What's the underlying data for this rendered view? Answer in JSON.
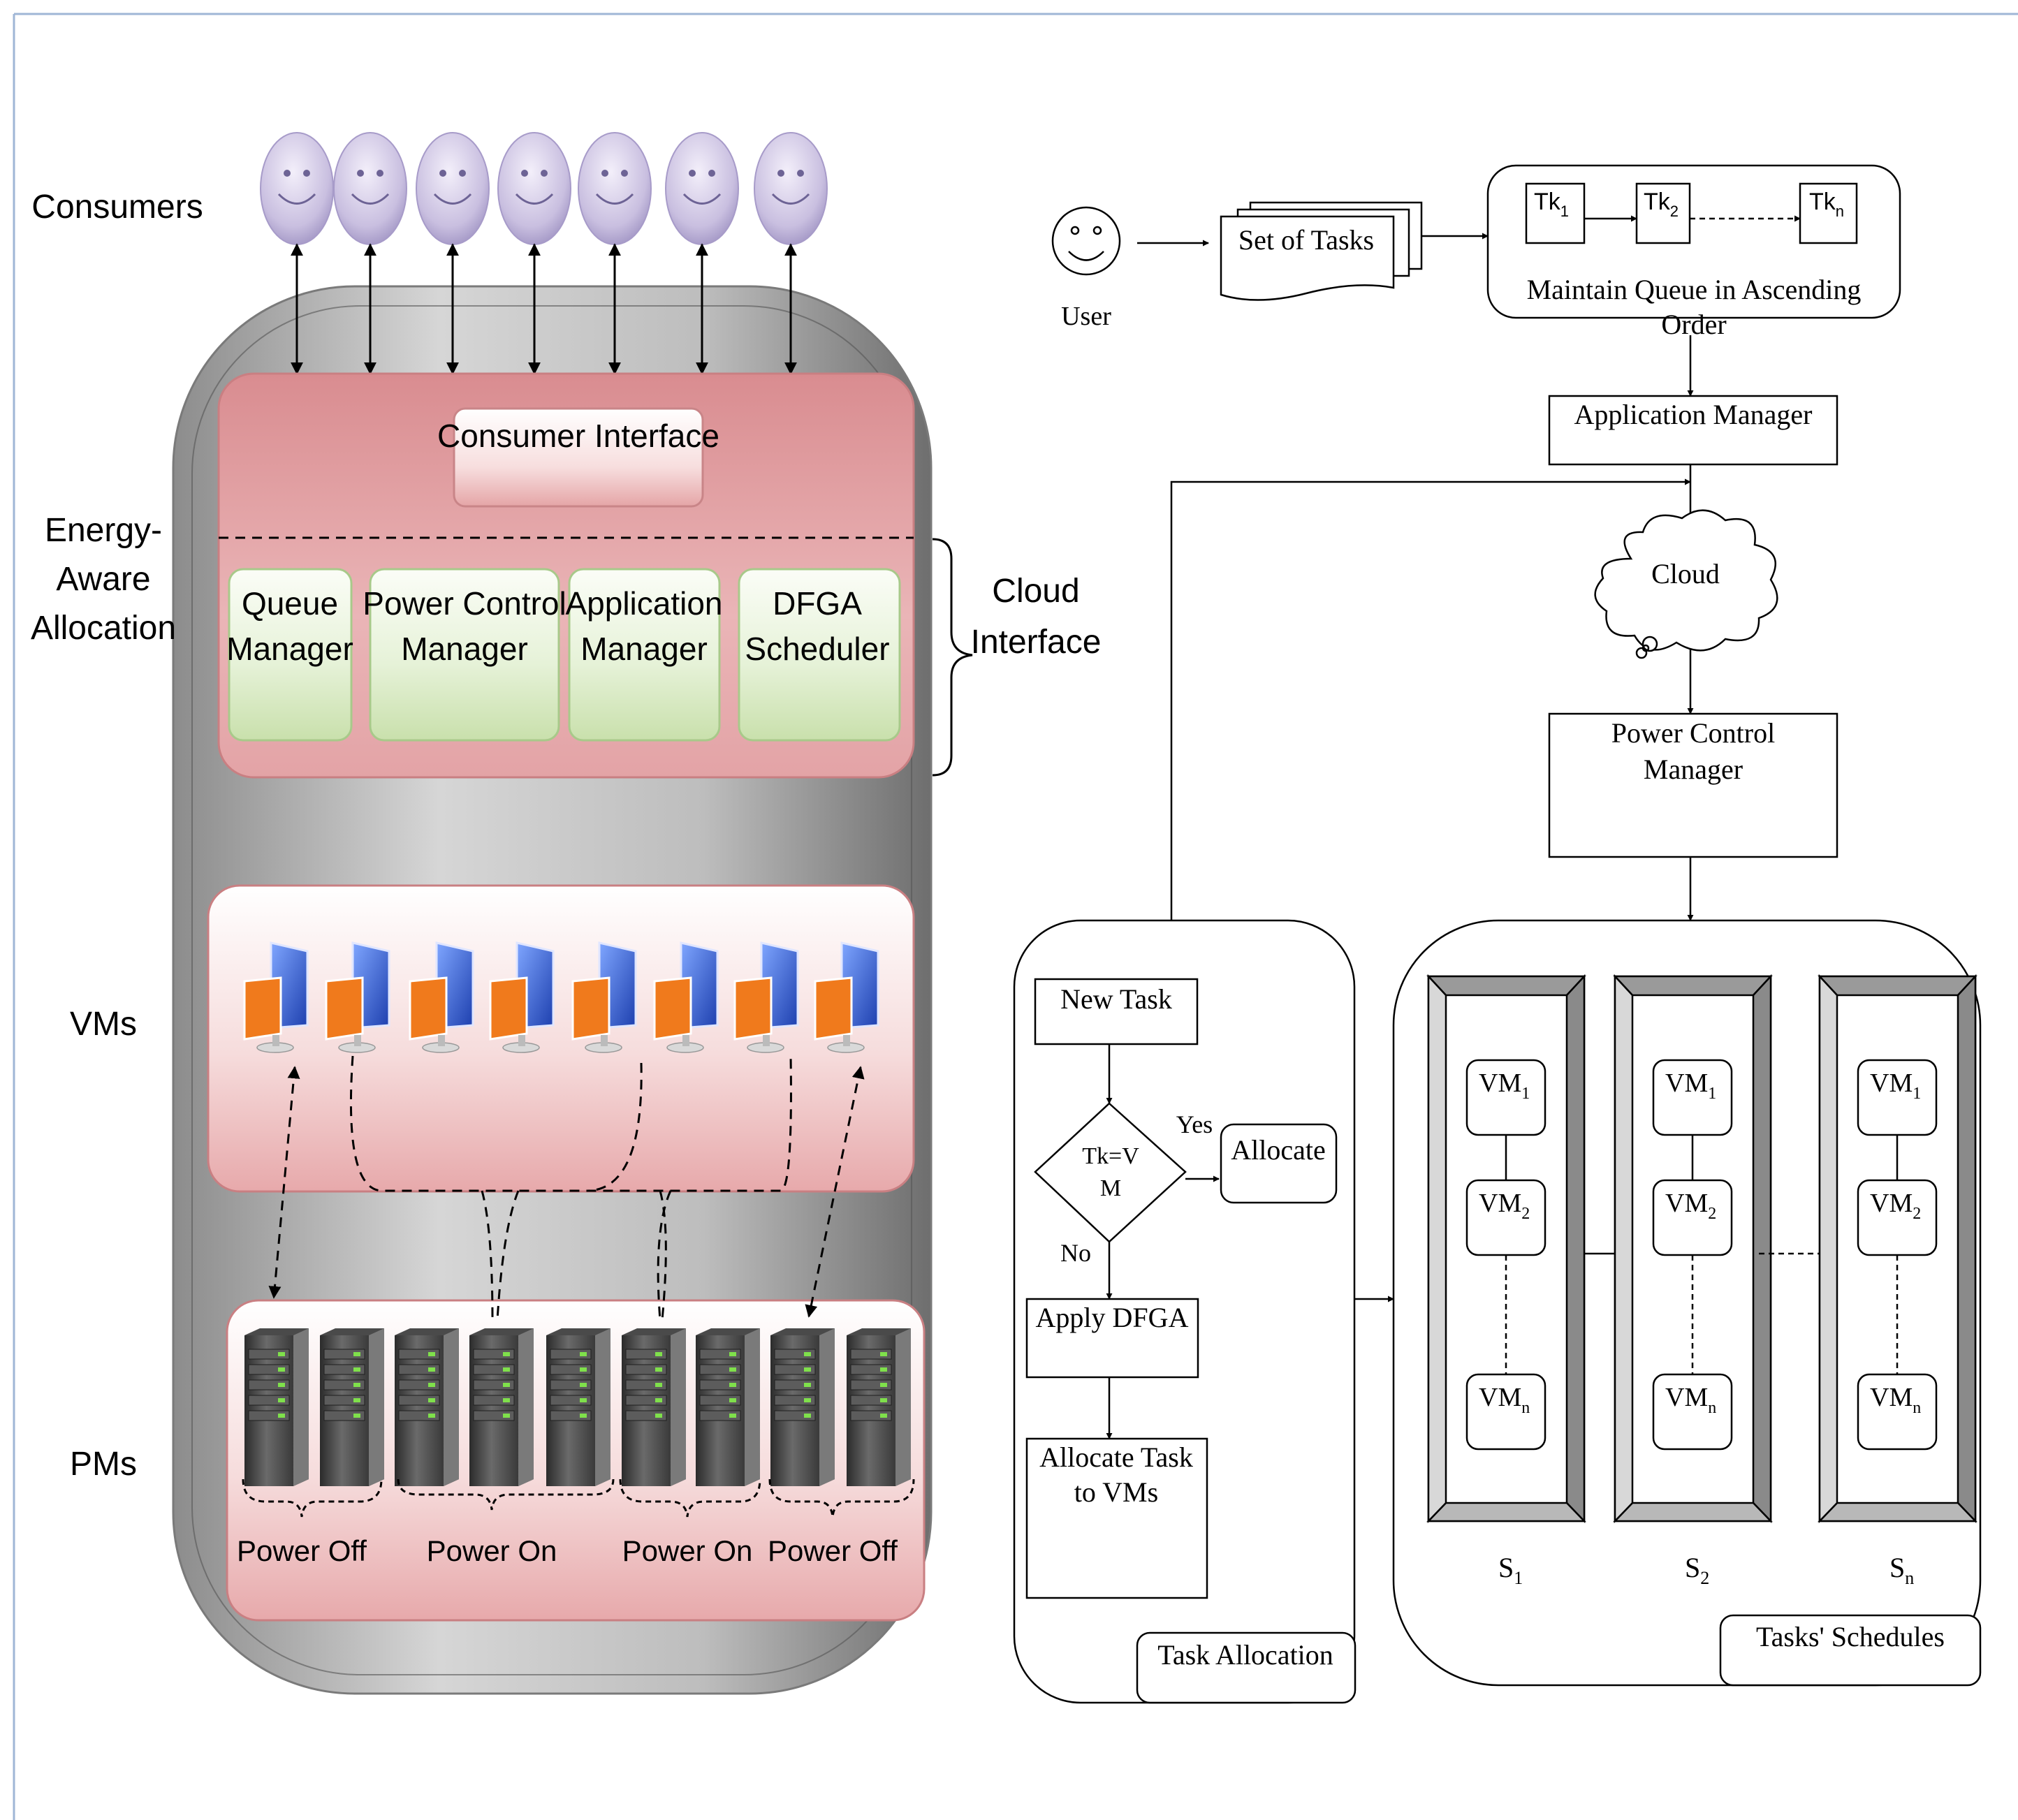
{
  "left_panel": {
    "row_labels": {
      "consumers": "Consumers",
      "energy_aware": [
        "Energy-",
        "Aware",
        "Allocation"
      ],
      "vms": "VMs",
      "pms": "PMs"
    },
    "consumer_interface": "Consumer Interface",
    "managers": [
      [
        "Queue",
        "Manager"
      ],
      [
        "Power Control",
        "Manager"
      ],
      [
        "Application",
        "Manager"
      ],
      [
        "DFGA",
        "Scheduler"
      ]
    ],
    "cloud_interface": [
      "Cloud",
      "Interface"
    ],
    "power_states": [
      "Power Off",
      "Power On",
      "Power On",
      "Power Off"
    ],
    "consumer_count": 7,
    "vm_count": 8,
    "pm_count": 9
  },
  "right_panel": {
    "user_label": "User",
    "set_of_tasks": "Set of Tasks",
    "queue_tasks": [
      {
        "base": "Tk",
        "sub": "1"
      },
      {
        "base": "Tk",
        "sub": "2"
      },
      {
        "base": "Tk",
        "sub": "n"
      }
    ],
    "queue_caption": [
      "Maintain Queue in Ascending",
      "Order"
    ],
    "application_manager": "Application Manager",
    "cloud": "Cloud",
    "power_control_manager": [
      "Power Control",
      "Manager"
    ],
    "task_allocation": {
      "new_task": "New Task",
      "decision": [
        "Tk=V",
        "M"
      ],
      "yes": "Yes",
      "no": "No",
      "allocate": "Allocate",
      "apply": "Apply DFGA",
      "allocate_task": [
        "Allocate Task",
        "to VMs"
      ],
      "caption": "Task Allocation"
    },
    "schedules": {
      "servers": [
        {
          "base": "S",
          "sub": "1"
        },
        {
          "base": "S",
          "sub": "2"
        },
        {
          "base": "S",
          "sub": "n"
        }
      ],
      "vms": [
        {
          "base": "VM",
          "sub": "1"
        },
        {
          "base": "VM",
          "sub": "2"
        },
        {
          "base": "VM",
          "sub": "n"
        }
      ],
      "caption": "Tasks' Schedules"
    }
  },
  "colors": {
    "consumer_face": "#c9bfe0",
    "manager_box": "#dbeec8",
    "pink_panel": "#e3a3a6",
    "vm_orange": "#f07a1c",
    "vm_blue": "#2e55c9"
  }
}
